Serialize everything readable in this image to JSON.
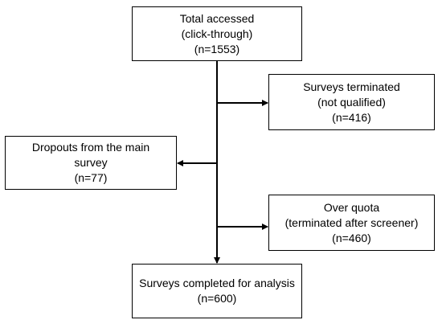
{
  "flowchart": {
    "total": {
      "lines": [
        "Total accessed",
        "(click-through)",
        "(n=1553)"
      ]
    },
    "terminated": {
      "lines": [
        "Surveys terminated",
        "(not qualified)",
        "(n=416)"
      ]
    },
    "dropouts": {
      "lines": [
        "Dropouts from the main",
        "survey",
        "(n=77)"
      ]
    },
    "over_quota": {
      "lines": [
        "Over quota",
        "(terminated after screener)",
        "(n=460)"
      ]
    },
    "completed": {
      "lines": [
        "Surveys completed for analysis",
        "(n=600)"
      ]
    }
  }
}
